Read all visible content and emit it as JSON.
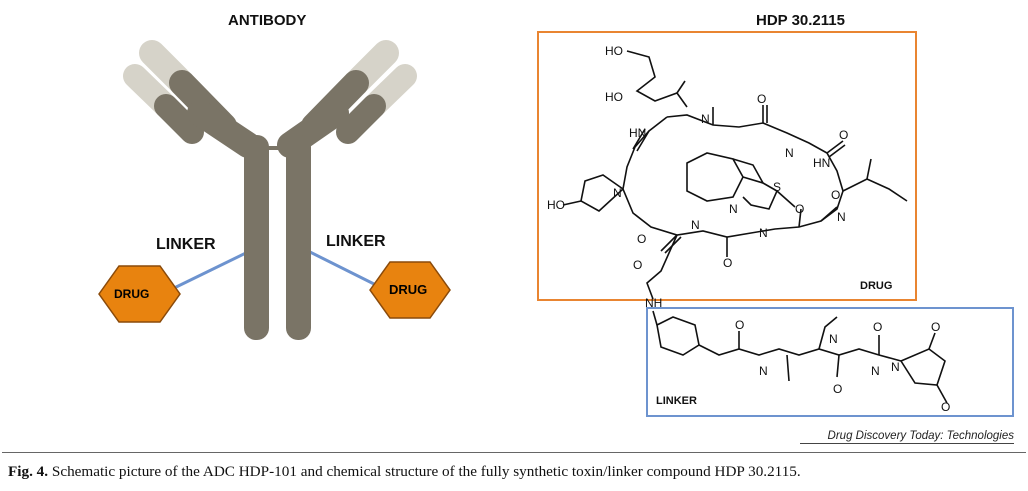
{
  "antibody": {
    "title": "ANTIBODY",
    "linker_left": "LINKER",
    "linker_right": "LINKER",
    "drug_left": "DRUG",
    "drug_right": "DRUG",
    "colors": {
      "heavy_chain": "#7a7466",
      "light_chain": "#d6d3c9",
      "drug_fill": "#e8830f",
      "linker_line": "#6d93cf"
    }
  },
  "structure": {
    "title": "HDP 30.2115",
    "drug_tag": "DRUG",
    "linker_tag": "LINKER",
    "colors": {
      "drug_box": "#e98531",
      "linker_box": "#6d93cf"
    }
  },
  "credit": "Drug Discovery Today: Technologies",
  "caption": {
    "label": "Fig. 4.",
    "text": "Schematic picture of the ADC HDP-101 and chemical structure of the fully synthetic toxin/linker compound HDP 30.2115."
  }
}
